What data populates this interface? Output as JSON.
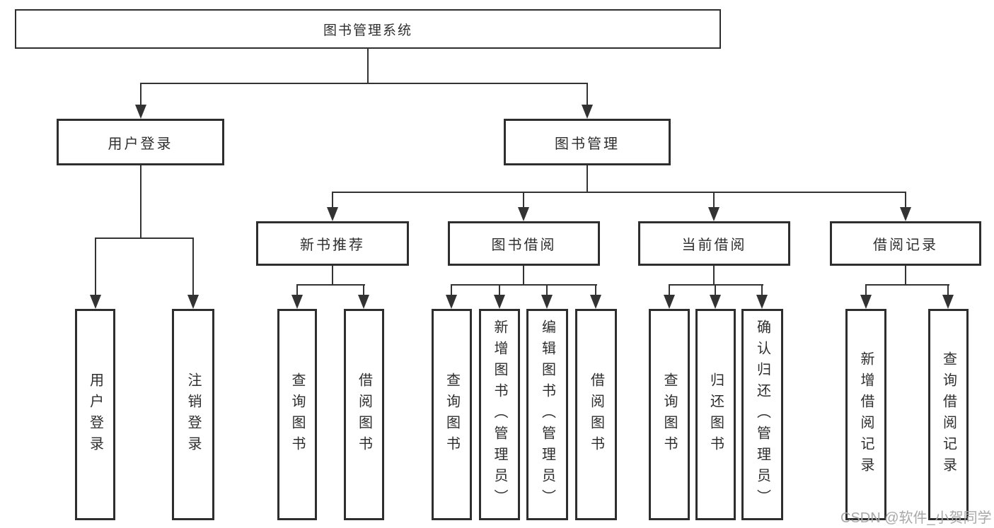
{
  "diagram": {
    "watermark": "CSDN @软件_小贺同学",
    "colors": {
      "line": "#333333",
      "box_border": "#2e2e2e",
      "text": "#2e2e2e",
      "watermark": "#a8a8a8",
      "background": "#ffffff"
    },
    "root": {
      "label": "图书管理系统"
    },
    "branches": [
      {
        "label": "用户登录",
        "children": [
          {
            "label": "用户登录"
          },
          {
            "label": "注销登录"
          }
        ]
      },
      {
        "label": "图书管理",
        "children": [
          {
            "label": "新书推荐",
            "children": [
              {
                "label": "查询图书"
              },
              {
                "label": "借阅图书"
              }
            ]
          },
          {
            "label": "图书借阅",
            "children": [
              {
                "label": "查询图书"
              },
              {
                "label": "新增图书（管理员）"
              },
              {
                "label": "编辑图书（管理员）"
              },
              {
                "label": "借阅图书"
              }
            ]
          },
          {
            "label": "当前借阅",
            "children": [
              {
                "label": "查询图书"
              },
              {
                "label": "归还图书"
              },
              {
                "label": "确认归还（管理员）"
              }
            ]
          },
          {
            "label": "借阅记录",
            "children": [
              {
                "label": "新增借阅记录"
              },
              {
                "label": "查询借阅记录"
              }
            ]
          }
        ]
      }
    ]
  }
}
